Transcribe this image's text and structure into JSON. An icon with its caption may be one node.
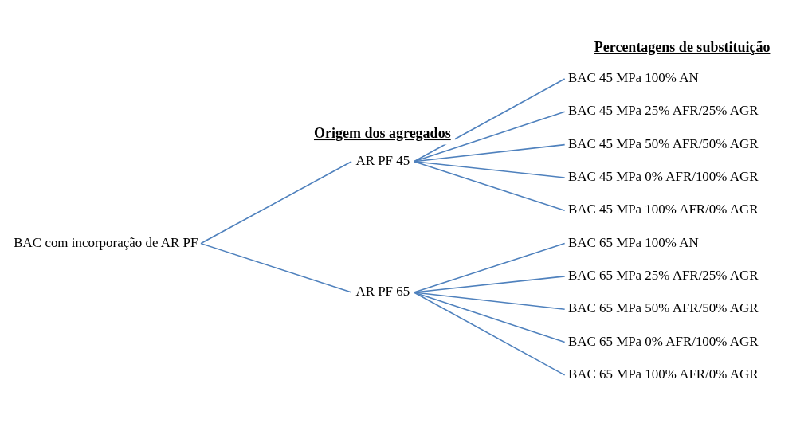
{
  "diagram": {
    "nodes": [
      {
        "text": [
          "BAC com incorporação de AR PF"
        ]
      },
      {
        "text": [
          "AR PF 45"
        ]
      },
      {
        "text": [
          "BAC 45 MPa 100% AN"
        ]
      },
      {
        "text": [
          "BAC 45 MPa 25% AFR/25% AGR"
        ]
      },
      {
        "text": [
          "BAC 45 MPa 50% AFR/50% AGR"
        ]
      },
      {
        "text": [
          "BAC 45 MPa 0% AFR/100% AGR"
        ]
      },
      {
        "text": [
          "BAC 45 MPa 100% AFR/0% AGR"
        ]
      },
      {
        "text": [
          "AR PF 65"
        ]
      },
      {
        "text": [
          "BAC 65 MPa 100% AN"
        ]
      },
      {
        "text": [
          "BAC 65 MPa 25% AFR/25% AGR"
        ]
      },
      {
        "text": [
          "BAC 65 MPa 50% AFR/50% AGR"
        ]
      },
      {
        "text": [
          "BAC 65 MPa 0% AFR/100% AGR"
        ]
      },
      {
        "text": [
          "BAC 65 MPa 100% AFR/0% AGR"
        ]
      }
    ],
    "edges": [
      {
        "from": 0,
        "to": 1,
        "arrow": "none"
      },
      {
        "from": 0,
        "to": 7,
        "arrow": "none"
      },
      {
        "from": 1,
        "to": 2,
        "arrow": "none"
      },
      {
        "from": 1,
        "to": 3,
        "arrow": "none"
      },
      {
        "from": 1,
        "to": 4,
        "arrow": "none"
      },
      {
        "from": 1,
        "to": 5,
        "arrow": "none"
      },
      {
        "from": 1,
        "to": 6,
        "arrow": "none"
      },
      {
        "from": 7,
        "to": 8,
        "arrow": "none"
      },
      {
        "from": 7,
        "to": 9,
        "arrow": "none"
      },
      {
        "from": 7,
        "to": 10,
        "arrow": "none"
      },
      {
        "from": 7,
        "to": 11,
        "arrow": "none"
      },
      {
        "from": 7,
        "to": 12,
        "arrow": "none"
      }
    ],
    "labels": [
      "Percentagens de substituição",
      "Origem dos agregados"
    ]
  }
}
